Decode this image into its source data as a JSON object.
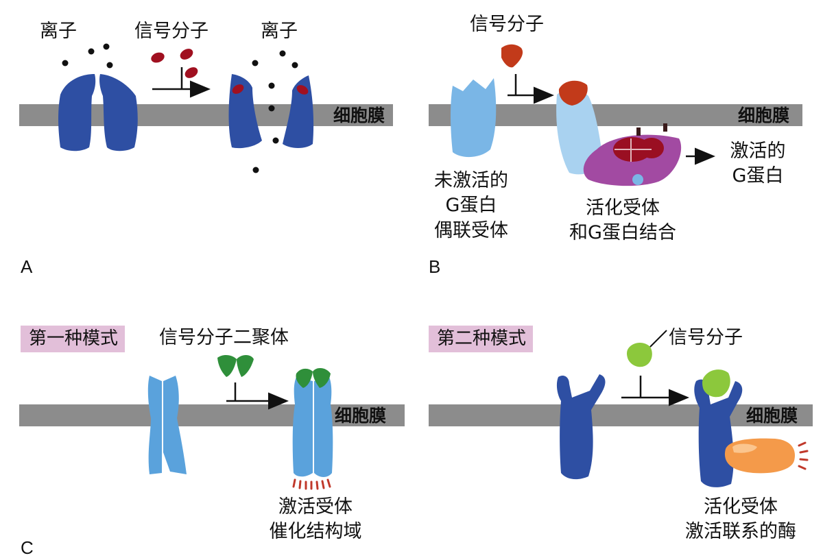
{
  "panels": {
    "A": {
      "letter": "A",
      "ion_left": "离子",
      "signal": "信号分子",
      "ion_right": "离子",
      "membrane": "细胞膜"
    },
    "B": {
      "letter": "B",
      "signal": "信号分子",
      "membrane": "细胞膜",
      "inactive": "未激活的\nG蛋白\n偶联受体",
      "bound": "活化受体\n和G蛋白结合",
      "activated": "激活的\nG蛋白"
    },
    "C_left": {
      "letter": "C",
      "mode": "第一种模式",
      "signal": "信号分子二聚体",
      "membrane": "细胞膜",
      "result": "激活受体\n催化结构域"
    },
    "C_right": {
      "mode": "第二种模式",
      "signal": "信号分子",
      "membrane": "细胞膜",
      "result": "活化受体\n激活联系的酶"
    }
  },
  "colors": {
    "membrane": "#8c8c8c",
    "ion_channel": "#2e4fa3",
    "gpcr": "#7ab6e6",
    "signal_red": "#c23a1a",
    "ion_signal": "#a01020",
    "g_protein": "#a24aa2",
    "g_subunit": "#9a0f22",
    "dimer_green": "#2f8f3a",
    "ligand_green": "#8cc83c",
    "enzyme_orange": "#f49a4a",
    "catalytic_dots": "#c0392b",
    "mode_box": "#e2bfd9"
  }
}
